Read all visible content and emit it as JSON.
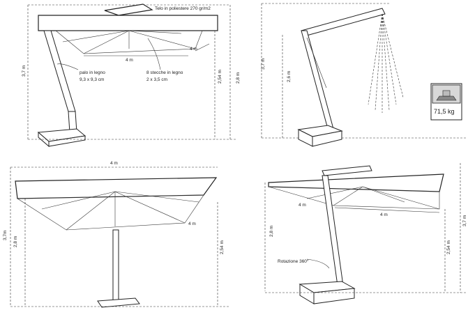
{
  "top_left": {
    "canopy_label": "Telo in poliestere 270 gr/m2",
    "pole_label_1": "palo in legno",
    "pole_label_2": "9,3 x 9,3 cm",
    "ribs_label_1": "8 stecche in legno",
    "ribs_label_2": "2 x 3,5 cm",
    "width_front": "4 m",
    "width_side": "4 m",
    "total_height": "3,7 m",
    "clearance": "2,54 m",
    "height_top": "2,8 m"
  },
  "top_right": {
    "total_height": "3,7 m",
    "mid_height": "2,6 m",
    "weight": "71,5 kg"
  },
  "bottom_left": {
    "width_top": "4 m",
    "total_height": "3,7m",
    "height_mid": "2,8 m",
    "side_width": "4 m",
    "clearance": "2,54 m"
  },
  "bottom_right": {
    "side_left": "4 m",
    "width_front": "4 m",
    "height_left": "2,8 m",
    "clearance": "2,54 m",
    "total_height": "3,7 m",
    "rotation": "Rotazione 360°"
  }
}
